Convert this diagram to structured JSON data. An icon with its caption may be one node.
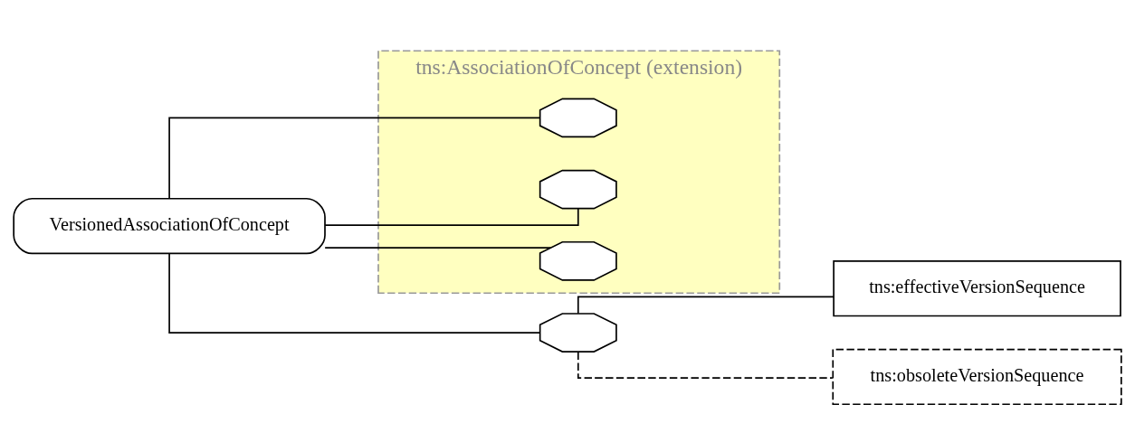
{
  "diagram": {
    "nodes": [
      {
        "text": [
          "VersionedAssociationOfConcept"
        ]
      },
      {
        "text": [
          "tns:AssociationOfConcept (extension)"
        ]
      },
      {
        "text": [],
        "shape": "octagon",
        "in": 1
      },
      {
        "text": [],
        "shape": "octagon",
        "in": 1
      },
      {
        "text": [],
        "shape": "octagon",
        "in": 1
      },
      {
        "text": [],
        "shape": "octagon"
      },
      {
        "text": [
          "tns:effectiveVersionSequence"
        ]
      },
      {
        "text": [
          "tns:obsoleteVersionSequence"
        ]
      }
    ],
    "edges": [
      {
        "from": 0,
        "to": 2,
        "arrow": "none"
      },
      {
        "from": 0,
        "to": 3,
        "arrow": "none"
      },
      {
        "from": 0,
        "to": 4,
        "arrow": "none"
      },
      {
        "from": 0,
        "to": 5,
        "arrow": "none"
      },
      {
        "from": 5,
        "to": 6,
        "arrow": "none"
      },
      {
        "from": 5,
        "to": 7,
        "arrow": "none",
        "style": "dashed"
      }
    ]
  }
}
